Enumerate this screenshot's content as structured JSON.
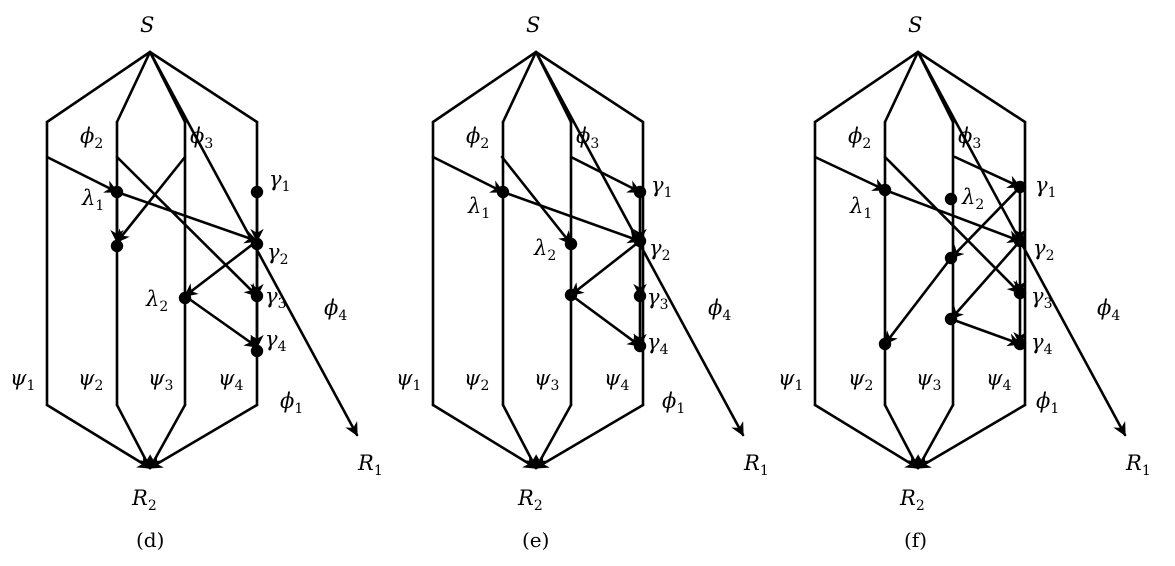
{
  "colors": {
    "ink": "#000000",
    "background": "#ffffff"
  },
  "panels": [
    {
      "id": "d",
      "caption": "(d)",
      "labels": {
        "source": {
          "base": "S",
          "sub": ""
        },
        "sink_r2": {
          "base": "R",
          "sub": "2"
        },
        "sink_r1": {
          "base": "R",
          "sub": "1"
        },
        "phi2": {
          "base": "ϕ",
          "sub": "2"
        },
        "phi3": {
          "base": "ϕ",
          "sub": "3"
        },
        "phi4": {
          "base": "ϕ",
          "sub": "4"
        },
        "phi1": {
          "base": "ϕ",
          "sub": "1"
        },
        "lambda1": {
          "base": "λ",
          "sub": "1"
        },
        "lambda2": {
          "base": "λ",
          "sub": "2"
        },
        "gamma1": {
          "base": "γ",
          "sub": "1"
        },
        "gamma2": {
          "base": "γ",
          "sub": "2"
        },
        "gamma3": {
          "base": "γ",
          "sub": "3"
        },
        "gamma4": {
          "base": "γ",
          "sub": "4"
        },
        "psi1": {
          "base": "ψ",
          "sub": "1"
        },
        "psi2": {
          "base": "ψ",
          "sub": "2"
        },
        "psi3": {
          "base": "ψ",
          "sub": "3"
        },
        "psi4": {
          "base": "ψ",
          "sub": "4"
        }
      }
    },
    {
      "id": "e",
      "caption": "(e)",
      "labels": {
        "source": {
          "base": "S",
          "sub": ""
        },
        "sink_r2": {
          "base": "R",
          "sub": "2"
        },
        "sink_r1": {
          "base": "R",
          "sub": "1"
        },
        "phi2": {
          "base": "ϕ",
          "sub": "2"
        },
        "phi3": {
          "base": "ϕ",
          "sub": "3"
        },
        "phi4": {
          "base": "ϕ",
          "sub": "4"
        },
        "phi1": {
          "base": "ϕ",
          "sub": "1"
        },
        "lambda1": {
          "base": "λ",
          "sub": "1"
        },
        "lambda2": {
          "base": "λ",
          "sub": "2"
        },
        "gamma1": {
          "base": "γ",
          "sub": "1"
        },
        "gamma2": {
          "base": "γ",
          "sub": "2"
        },
        "gamma3": {
          "base": "γ",
          "sub": "3"
        },
        "gamma4": {
          "base": "γ",
          "sub": "4"
        },
        "psi1": {
          "base": "ψ",
          "sub": "1"
        },
        "psi2": {
          "base": "ψ",
          "sub": "2"
        },
        "psi3": {
          "base": "ψ",
          "sub": "3"
        },
        "psi4": {
          "base": "ψ",
          "sub": "4"
        }
      }
    },
    {
      "id": "f",
      "caption": "(f)",
      "labels": {
        "source": {
          "base": "S",
          "sub": ""
        },
        "sink_r2": {
          "base": "R",
          "sub": "2"
        },
        "sink_r1": {
          "base": "R",
          "sub": "1"
        },
        "phi2": {
          "base": "ϕ",
          "sub": "2"
        },
        "phi3": {
          "base": "ϕ",
          "sub": "3"
        },
        "phi4": {
          "base": "ϕ",
          "sub": "4"
        },
        "phi1": {
          "base": "ϕ",
          "sub": "1"
        },
        "lambda1": {
          "base": "λ",
          "sub": "1"
        },
        "lambda2": {
          "base": "λ",
          "sub": "2"
        },
        "gamma1": {
          "base": "γ",
          "sub": "1"
        },
        "gamma2": {
          "base": "γ",
          "sub": "2"
        },
        "gamma3": {
          "base": "γ",
          "sub": "3"
        },
        "gamma4": {
          "base": "γ",
          "sub": "4"
        },
        "psi1": {
          "base": "ψ",
          "sub": "1"
        },
        "psi2": {
          "base": "ψ",
          "sub": "2"
        },
        "psi3": {
          "base": "ψ",
          "sub": "3"
        },
        "psi4": {
          "base": "ψ",
          "sub": "4"
        }
      }
    }
  ]
}
